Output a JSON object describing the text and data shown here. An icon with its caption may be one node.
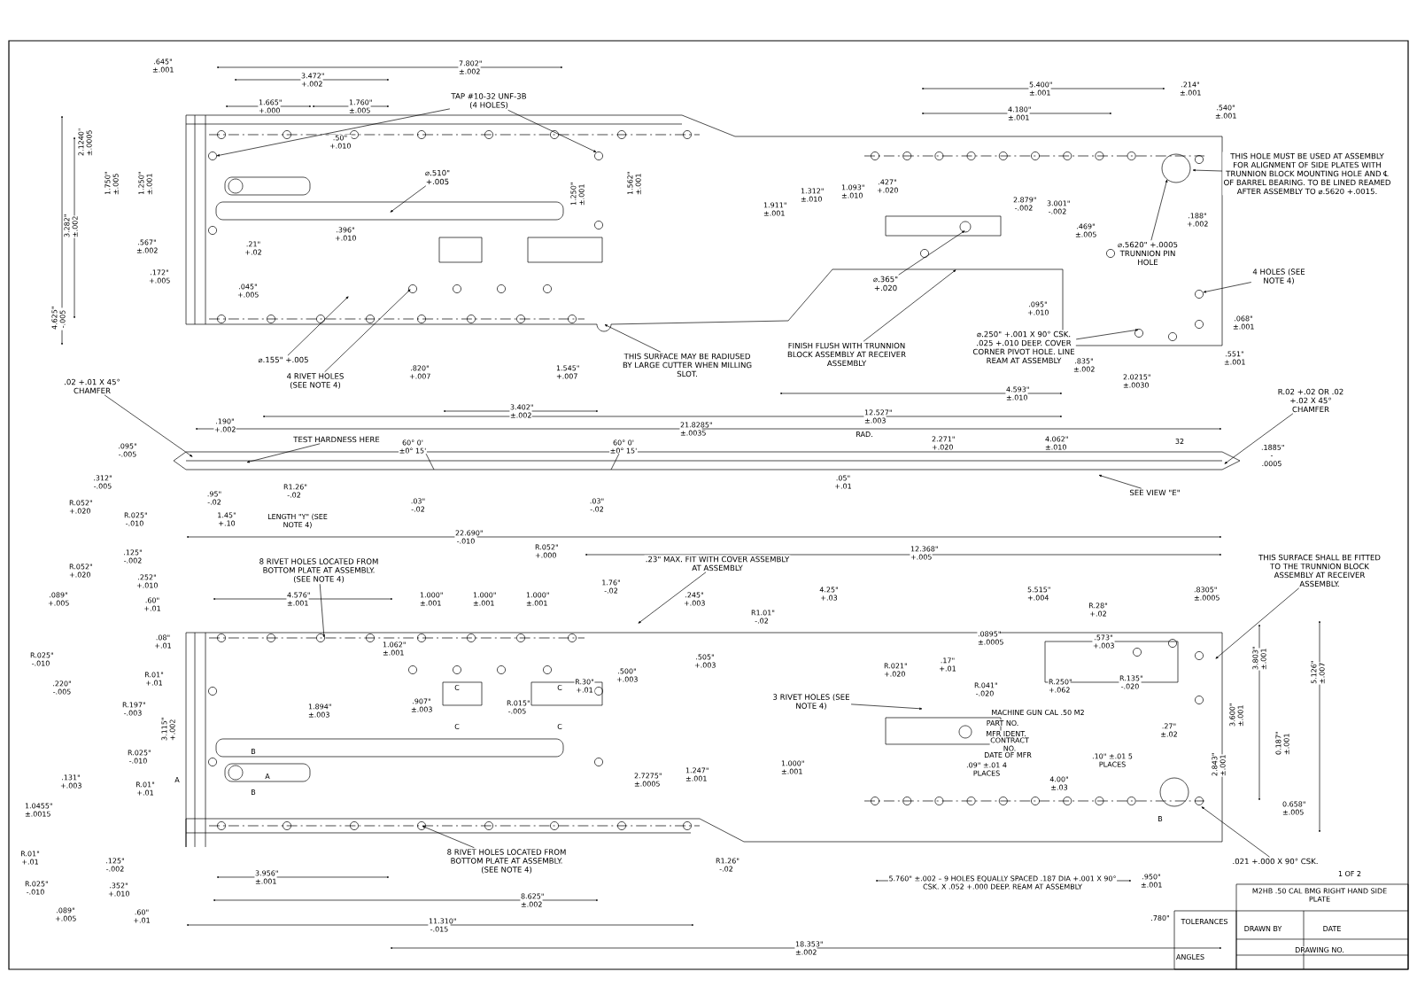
{
  "diagram": {
    "nodes": [
      {
        "text": [
          "TAP #10-32 UNF-3B (4 HOLES)"
        ]
      },
      {
        "text": [
          "⌀.510\" +.005"
        ]
      },
      {
        "text": [
          "⌀.155\" +.005"
        ]
      },
      {
        "text": [
          "4 RIVET HOLES (SEE NOTE 4)"
        ]
      },
      {
        "text": [
          "THIS SURFACE MAY BE RADIUSED BY LARGE CUTTER WHEN MILLING SLOT."
        ]
      },
      {
        "text": [
          "FINISH FLUSH WITH TRUNNION BLOCK ASSEMBLY AT RECEIVER ASSEMBLY"
        ]
      },
      {
        "text": [
          "⌀.365\" +.020"
        ]
      },
      {
        "text": [
          "⌀.250\" +.001 X 90° CSK. .025 +.010 DEEP. COVER CORNER PIVOT HOLE. LINE REAM AT ASSEMBLY"
        ]
      },
      {
        "text": [
          "THIS HOLE MUST BE USED AT ASSEMBLY FOR ALIGNMENT OF SIDE PLATES WITH TRUNNION BLOCK MOUNTING HOLE AND ℄ OF BARREL BEARING. TO BE LINED REAMED AFTER ASSEMBLY TO ⌀.5620 +.0015."
        ]
      },
      {
        "text": [
          "⌀.5620\" +.0005 TRUNNION PIN HOLE"
        ]
      },
      {
        "text": [
          "4 HOLES (SEE NOTE 4)"
        ]
      },
      {
        "text": [
          "R.02 +.02 OR .02 +.02 X 45° CHAMFER"
        ]
      },
      {
        "text": [
          ".02 +.01 X 45° CHAMFER"
        ]
      },
      {
        "text": [
          "TEST HARDNESS HERE"
        ]
      },
      {
        "text": [
          "SEE VIEW \"E\""
        ]
      },
      {
        "text": [
          "8 RIVET HOLES LOCATED FROM BOTTOM PLATE AT ASSEMBLY. (SEE NOTE 4)"
        ]
      },
      {
        "text": [
          ".23\" MAX. FIT WITH COVER ASSEMBLY AT ASSEMBLY"
        ]
      },
      {
        "text": [
          "THIS SURFACE SHALL BE FITTED TO THE TRUNNION BLOCK ASSEMBLY AT RECEIVER ASSEMBLY."
        ]
      },
      {
        "text": [
          "3 RIVET HOLES (SEE NOTE 4)"
        ]
      },
      {
        "text": [
          "8 RIVET HOLES LOCATED FROM BOTTOM PLATE AT ASSEMBLY. (SEE NOTE 4)"
        ]
      },
      {
        "text": [
          ".021 +.000 X 90° CSK."
        ]
      }
    ],
    "edges": [
      {
        "from": 0,
        "to": null,
        "arrow": "to"
      },
      {
        "from": 0,
        "to": null,
        "arrow": "to"
      },
      {
        "from": 1,
        "to": null,
        "arrow": "to"
      },
      {
        "from": 2,
        "to": null,
        "arrow": "to"
      },
      {
        "from": 3,
        "to": null,
        "arrow": "to"
      },
      {
        "from": 4,
        "to": null,
        "arrow": "to"
      },
      {
        "from": 5,
        "to": null,
        "arrow": "to"
      },
      {
        "from": 6,
        "to": null,
        "arrow": "to"
      },
      {
        "from": 7,
        "to": null,
        "arrow": "to"
      },
      {
        "from": 8,
        "to": null,
        "arrow": "to"
      },
      {
        "from": 9,
        "to": null,
        "arrow": "to"
      },
      {
        "from": 10,
        "to": null,
        "arrow": "to"
      },
      {
        "from": 11,
        "to": null,
        "arrow": "to"
      },
      {
        "from": 12,
        "to": null,
        "arrow": "to"
      },
      {
        "from": 13,
        "to": null,
        "arrow": "to"
      },
      {
        "from": 14,
        "to": null,
        "arrow": "to"
      },
      {
        "from": 15,
        "to": null,
        "arrow": "to"
      },
      {
        "from": 16,
        "to": null,
        "arrow": "to"
      },
      {
        "from": 17,
        "to": null,
        "arrow": "to"
      },
      {
        "from": 18,
        "to": null,
        "arrow": "to"
      },
      {
        "from": 19,
        "to": null,
        "arrow": "to"
      },
      {
        "from": 20,
        "to": null,
        "arrow": "to"
      }
    ],
    "labels": [
      ".645\" ±.001",
      "7.802\" ±.002",
      "3.472\" +.002",
      "1.665\" +.000",
      "1.760\" ±.005",
      ".50\" +.010",
      "2.1240\" ±.0005",
      "1.750\" ±.005",
      "1.250\" ±.001",
      "1.250\" ±.001",
      "1.562\" ±.001",
      "3.282\" ±.002",
      ".567\" ±.002",
      ".21\" +.02",
      ".396\" +.010",
      ".172\" +.005",
      ".045\" +.005",
      "4.625\" -.005",
      ".820\" +.007",
      "1.545\" +.007",
      "3.402\" ±.002",
      "5.400\" ±.001",
      ".214\" ±.001",
      "4.180\" ±.001",
      ".540\" ±.001",
      "1.911\" ±.001",
      "1.312\" ±.010",
      "1.093\" ±.010",
      ".427\" +.020",
      "2.879\" -.002",
      "3.001\" -.002",
      ".469\" ±.005",
      ".188\" +.002",
      ".095\" +.010",
      ".835\" ±.002",
      ".068\" ±.001",
      ".551\" ±.001",
      "2.0215\" ±.0030",
      "4.593\" ±.010",
      "12.527\" ±.003",
      "21.8285\" ±.0035",
      ".095\" -.005",
      ".190\" +.002",
      "60° 0' ±0° 15'",
      "60° 0' ±0° 15'",
      ".312\" -.005",
      ".95\" -.02",
      "R1.26\" -.02",
      "R.052\" +.020",
      ".03\" -.02",
      ".03\" -.02",
      "R.025\" -.010",
      "1.45\" +.10",
      "LENGTH \"Y\" (SEE NOTE 4)",
      "RAD.",
      "2.271\" +.020",
      "4.062\" ±.010",
      "32",
      ".1885\" -.0005",
      ".05\" +.01",
      "22.690\" -.010",
      "R.052\" +.000",
      "12.368\" +.005",
      "1.76\" -.02",
      "4.576\" ±.001",
      "1.000\" ±.001",
      "1.000\" ±.001",
      "1.000\" ±.001",
      ".245\" +.003",
      "4.25\" +.03",
      "5.515\" +.004",
      ".8305\" ±.0005",
      "R.28\" +.02",
      "R1.01\" -.02",
      "1.062\" ±.001",
      ".0895\" ±.0005",
      ".573\" +.003",
      ".505\" +.003",
      "R.021\" +.020",
      ".17\" +.01",
      "R.041\" -.020",
      "R.250\" +.062",
      "R.135\" -.020",
      "3.803\" ±.001",
      "5.126\" ±.007",
      "R.30\" +.01",
      ".500\" +.003",
      "1.894\" ±.003",
      ".907\" ±.003",
      "R.015\" -.005",
      "3.600\" ±.001",
      ".27\" ±.02",
      "0.187\" ±.001",
      "2.843\" ±.001",
      "MACHINE GUN CAL .50 M2",
      "PART NO.",
      "MFR IDENT.",
      "CONTRACT NO.",
      "DATE OF MFR",
      "2.7275\" ±.0005",
      "1.247\" ±.001",
      "1.000\" ±.001",
      ".09\" ±.01 4 PLACES",
      "4.00\" ±.03",
      ".10\" ±.01 5 PLACES",
      "0.658\" ±.005",
      "3.115\" +.002",
      ".125\" -.002",
      "R.052\" +.020",
      ".252\" +.010",
      ".089\" +.005",
      ".60\" +.01",
      ".08\" +.01",
      "R.025\" -.010",
      "R.01\" +.01",
      ".220\" -.005",
      "R.197\" -.003",
      "R.025\" -.010",
      ".131\" +.003",
      "R.01\" +.01",
      "1.0455\" ±.0015",
      "R.01\" +.01",
      ".125\" -.002",
      "R.025\" -.010",
      ".352\" +.010",
      ".089\" +.005",
      ".60\" +.01",
      "3.956\" ±.001",
      "8.625\" ±.002",
      "11.310\" -.015",
      "R1.26\" -.02",
      "5.760\" ±.002 – 9 HOLES EQUALLY SPACED .187 DIA +.001 X 90° CSK. X .052 +.000 DEEP. REAM AT ASSEMBLY",
      ".950\" ±.001",
      ".780\"",
      "18.353\" ±.002",
      "C",
      "C",
      "C",
      "C",
      "A",
      "A",
      "B",
      "B",
      "B",
      "1 OF 2",
      "M2HB .50 CAL BMG RIGHT HAND SIDE PLATE",
      "TOLERANCES",
      "DRAWN BY",
      "DATE",
      "DRAWING NO.",
      "ANGLES"
    ]
  }
}
